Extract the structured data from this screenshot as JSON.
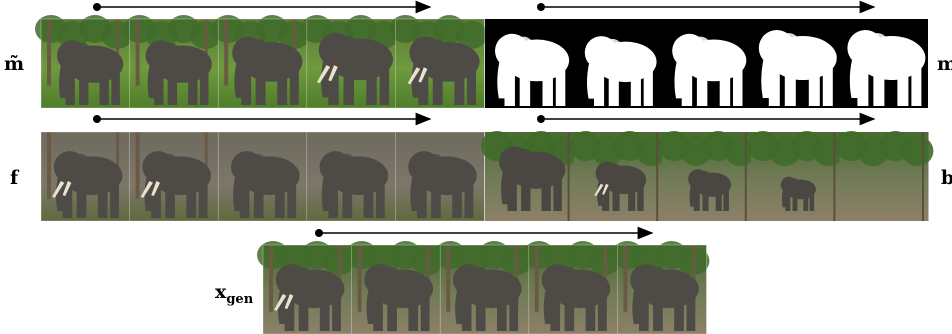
{
  "figure": {
    "labels": {
      "m_tilde": "m̃",
      "m": "m",
      "f": "f",
      "b": "b",
      "x_gen_base": "x",
      "x_gen_sub": "gen"
    },
    "colors": {
      "background": "#ffffff",
      "arrow": "#000000",
      "mask_bg": "#000000",
      "mask_fg": "#ffffff",
      "grass": "#5c8a2e",
      "foliage": "#3f6b2a",
      "elephant": "#5a5752",
      "ground": "#8a7f6a"
    },
    "rows": [
      {
        "name": "m-tilde-row",
        "frames": 5
      },
      {
        "name": "mask-row",
        "frames": 5
      },
      {
        "name": "foreground-row",
        "frames": 5
      },
      {
        "name": "background-row",
        "frames": 5
      },
      {
        "name": "generated-row",
        "frames": 5
      }
    ]
  }
}
